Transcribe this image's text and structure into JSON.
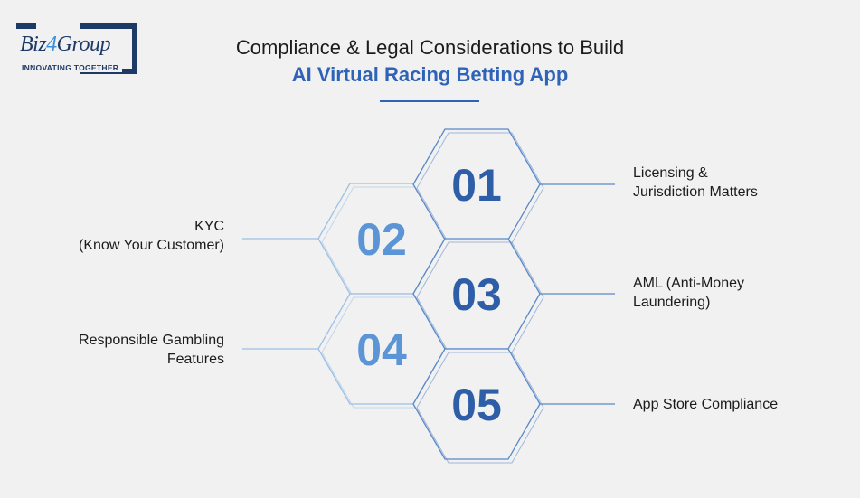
{
  "logo": {
    "name_a": "Biz",
    "name_four": "4",
    "name_b": "Group",
    "tagline": "INNOVATING TOGETHER"
  },
  "title": {
    "line1": "Compliance & Legal Considerations to Build",
    "line2": "AI Virtual Racing Betting App"
  },
  "items": [
    {
      "number": "01",
      "label_line1": "Licensing &",
      "label_line2": "Jurisdiction Matters"
    },
    {
      "number": "02",
      "label_line1": "KYC",
      "label_line2": "(Know Your Customer)"
    },
    {
      "number": "03",
      "label_line1": "AML (Anti-Money",
      "label_line2": "Laundering)"
    },
    {
      "number": "04",
      "label_line1": "Responsible Gambling",
      "label_line2": "Features"
    },
    {
      "number": "05",
      "label_line1": "App Store Compliance",
      "label_line2": ""
    }
  ],
  "colors": {
    "dark_blue": "#2f5ea8",
    "light_blue": "#5b95d6",
    "outline": "#5a88c9",
    "light_outline": "#9cc0e6",
    "text": "#1b1b1b",
    "background": "#f1f1f1"
  }
}
